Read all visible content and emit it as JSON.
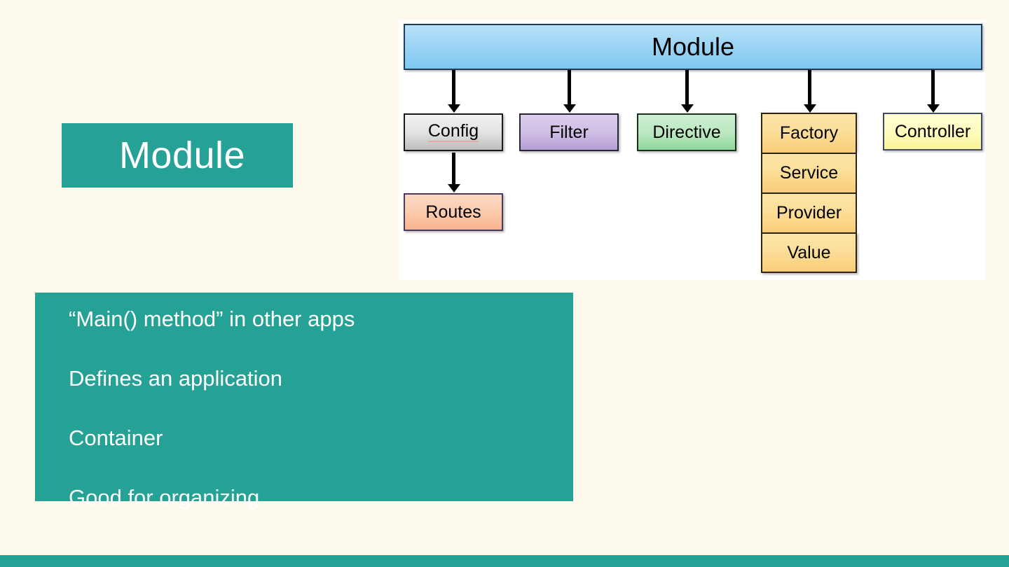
{
  "slide": {
    "background_color": "#FDF9ED",
    "accent_color": "#26A196",
    "title": "Module"
  },
  "bullets": {
    "items": [
      {
        "text": "“Main() method” in other apps"
      },
      {
        "text": "Defines an application"
      },
      {
        "text": "Container"
      },
      {
        "text": "Good for organizing"
      }
    ]
  },
  "diagram": {
    "type": "tree",
    "root": {
      "label": "Module",
      "color": "#9BD4F4"
    },
    "children": [
      {
        "label": "Config",
        "color": "#E3E3E3",
        "spellcheck_underline": true,
        "child": {
          "label": "Routes",
          "color": "#FBCBAE"
        }
      },
      {
        "label": "Filter",
        "color": "#CDBCE4"
      },
      {
        "label": "Directive",
        "color": "#B9E7BF"
      },
      {
        "label": "Factory",
        "color": "#FBDE99",
        "stack": [
          "Factory",
          "Service",
          "Provider",
          "Value"
        ]
      },
      {
        "label": "Controller",
        "color": "#FFFCBE"
      }
    ]
  }
}
